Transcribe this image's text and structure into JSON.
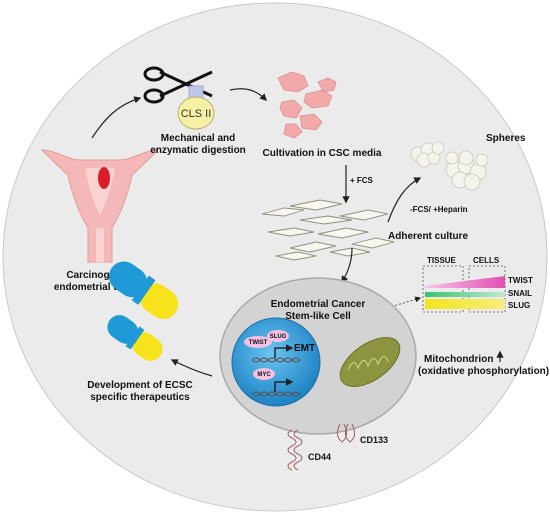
{
  "labels": {
    "tissue_line1": "Carcinogenic",
    "tissue_line2": "endometrial tissue",
    "cls": "CLS II",
    "digestion_line1": "Mechanical and",
    "digestion_line2": "enzymatic digestion",
    "cultivation": "Cultivation in CSC media",
    "spheres": "Spheres",
    "fcs": "+ FCS",
    "heparin": "-FCS/ +Heparin",
    "adherent": "Adherent culture",
    "ecsc_line1": "Endometrial Cancer",
    "ecsc_line2": "Stem-like Cell",
    "twist_small": "TWIST",
    "slug_small": "SLUG",
    "emt": "EMT",
    "myc": "MYC",
    "mito_line1": "Mitochondrion",
    "mito_line2": "(oxidative phosphorylation)",
    "cd44": "CD44",
    "cd133": "CD133",
    "therapeutics_line1": "Development of ECSC",
    "therapeutics_line2": "specific therapeutics",
    "tissue_header": "TISSUE",
    "cells_header": "CELLS",
    "twist": "TWIST",
    "snail": "SNAIL",
    "slug": "SLUG"
  },
  "colors": {
    "background_circle": "#ebebeb",
    "uterus": "#f5b8b8",
    "tumor": "#d91e2a",
    "cell_outer": "#d3d3d3",
    "nucleus": "#3d9fd8",
    "mitochondrion": "#8d9440",
    "capsule_blue": "#1f9ad6",
    "capsule_yellow": "#f7e31b",
    "twist_bar": "#e14fb4",
    "snail_bar": "#37c271",
    "slug_bar": "#f2e51c",
    "cls_flask": "#f6f1a5"
  },
  "icons": [
    "scissors-icon",
    "flask-icon",
    "uterus-icon",
    "tissue-fragments-icon",
    "spheres-icon",
    "adherent-cells-icon",
    "capsule-icon",
    "mitochondrion-icon",
    "dna-icon"
  ]
}
